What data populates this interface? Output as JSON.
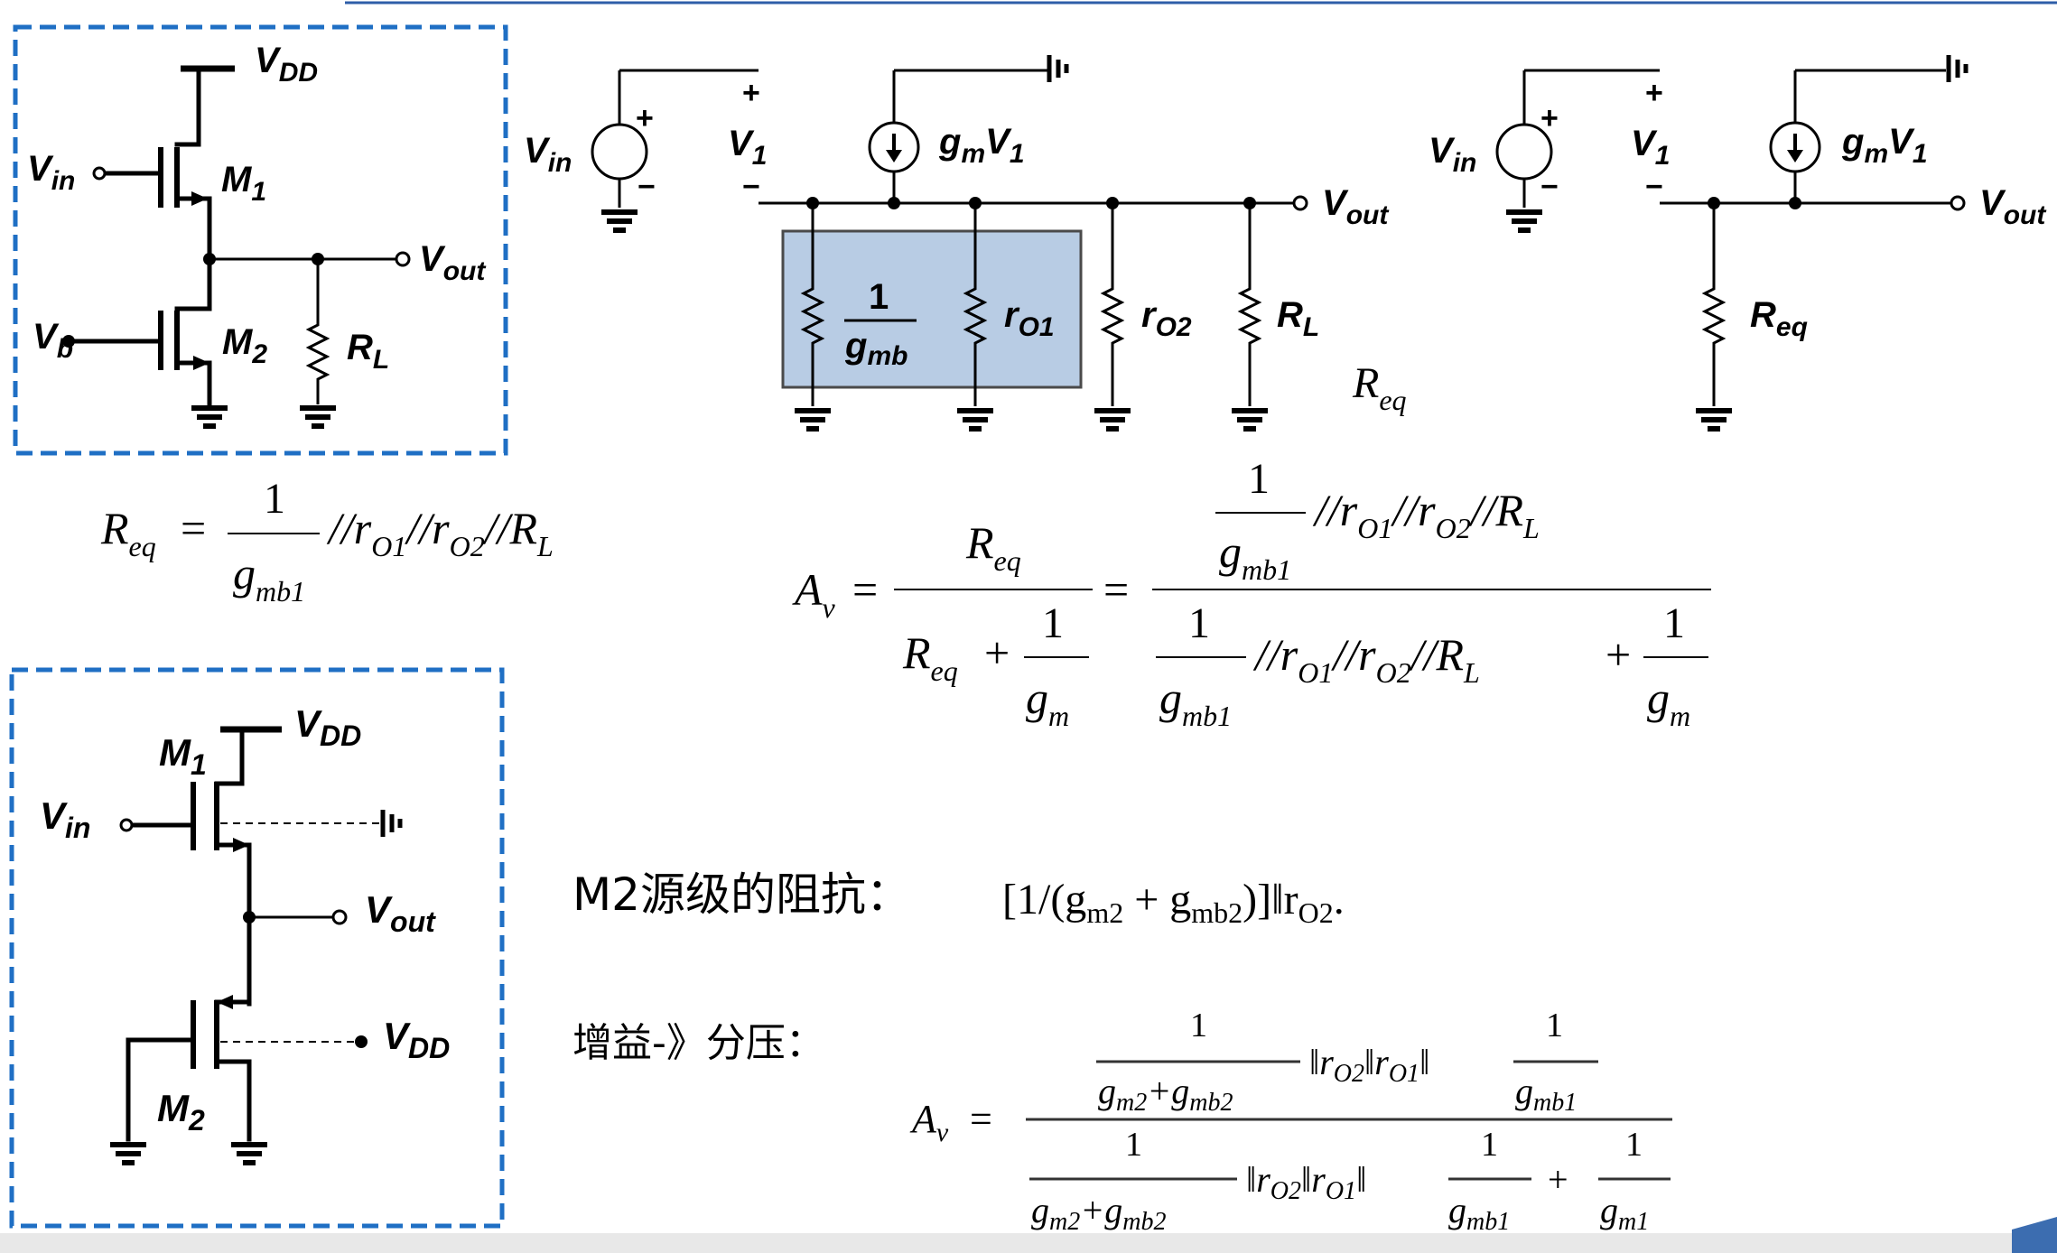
{
  "colors": {
    "box_border": "#1f6fc4",
    "highlight_fill": "#b8cce4",
    "highlight_stroke": "#4a4a4a",
    "accent_top": "#2e5ea8"
  },
  "circuit1": {
    "vdd": "V",
    "vdd_sub": "DD",
    "vin": "V",
    "vin_sub": "in",
    "vb": "V",
    "vb_sub": "b",
    "m1": "M",
    "m1_sub": "1",
    "m2": "M",
    "m2_sub": "2",
    "rl": "R",
    "rl_sub": "L",
    "vout": "V",
    "vout_sub": "out"
  },
  "small_signal": {
    "vin": "V",
    "vin_sub": "in",
    "v1": "V",
    "v1_sub": "1",
    "plus": "+",
    "minus": "−",
    "gm": "g",
    "gm_sub": "m",
    "gm_v": "V",
    "gm_v_sub": "1",
    "one": "1",
    "gmb": "g",
    "gmb_sub": "mb",
    "ro1": "r",
    "ro1_sub": "O1",
    "ro2": "r",
    "ro2_sub": "O2",
    "rl": "R",
    "rl_sub": "L",
    "vout": "V",
    "vout_sub": "out",
    "req": "R",
    "req_sub": "eq"
  },
  "simplified": {
    "vin": "V",
    "vin_sub": "in",
    "v1": "V",
    "v1_sub": "1",
    "plus": "+",
    "minus": "−",
    "gm": "g",
    "gm_sub": "m",
    "gm_v": "V",
    "gm_v_sub": "1",
    "req": "R",
    "req_sub": "eq",
    "vout": "V",
    "vout_sub": "out"
  },
  "eq_req": {
    "lhs": "R",
    "lhs_sub": "eq",
    "eq": "=",
    "num": "1",
    "den": "g",
    "den_sub": "mb1",
    "tail": "//r",
    "t1": "O1",
    "tail2": "//r",
    "t2": "O2",
    "tail3": "//R",
    "t3": "L"
  },
  "eq_av": {
    "lhs": "A",
    "lhs_sub": "v",
    "eq": "=",
    "n1": "R",
    "n1_sub": "eq",
    "d1": "R",
    "d1_sub": "eq",
    "plus": "+",
    "one": "1",
    "gm": "g",
    "gm_sub": "m",
    "eq2": "=",
    "mb": "g",
    "mb_sub": "mb1",
    "par": "//r",
    "p1": "O1",
    "par2": "//r",
    "p2": "O2",
    "par3": "//R",
    "p3": "L"
  },
  "circuit2": {
    "m1": "M",
    "m1_sub": "1",
    "vdd": "V",
    "vdd_sub": "DD",
    "vin": "V",
    "vin_sub": "in",
    "vout": "V",
    "vout_sub": "out",
    "vdd2": "V",
    "vdd2_sub": "DD",
    "m2": "M",
    "m2_sub": "2"
  },
  "text": {
    "m2_source_label": "M2源级的阻抗：",
    "m2_source_formula": "[1/(g",
    "f_m2": "m2",
    "f_plus": " + g",
    "f_mb2": "mb2",
    "f_close": ")]‖r",
    "f_o2": "O2",
    "f_dot": ".",
    "gain_label": "增益-》分压："
  },
  "eq_av2": {
    "lhs": "A",
    "lhs_sub": "v",
    "eq": "=",
    "one": "1",
    "gm2": "g",
    "gm2_sub": "m2",
    "plus": "+",
    "gmb2": "g",
    "gmb2_sub": "mb2",
    "par": "‖r",
    "o2": "O2",
    "par2": "‖r",
    "o1": "O1",
    "par3": "‖",
    "gmb1": "g",
    "gmb1_sub": "mb1",
    "gm1": "g",
    "gm1_sub": "m1"
  }
}
